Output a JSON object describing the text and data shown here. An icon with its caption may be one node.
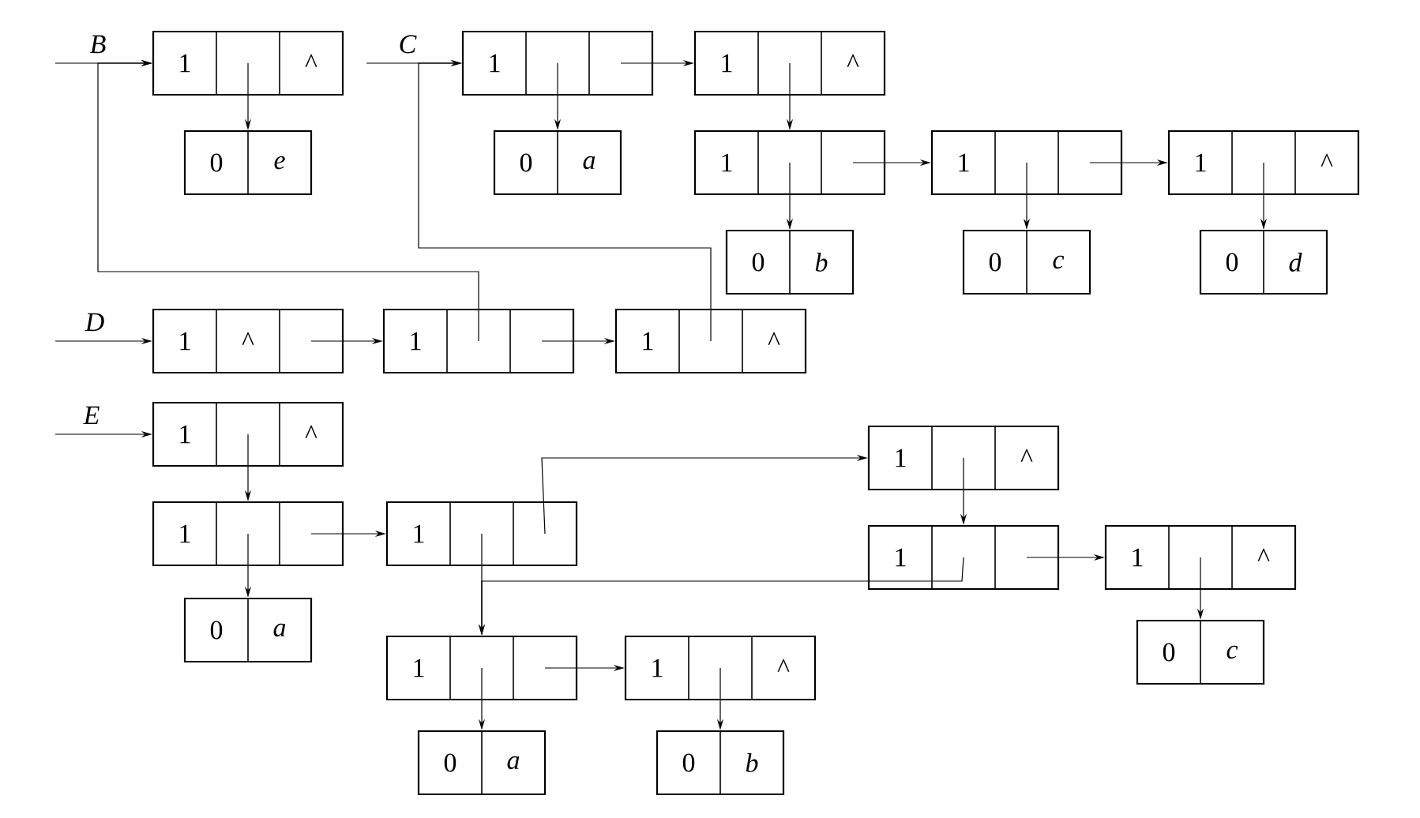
{
  "diagram": {
    "nodes": [
      {
        "text": [
          "1",
          "^"
        ]
      },
      {
        "text": [
          "0",
          "e"
        ]
      },
      {
        "text": [
          "1"
        ]
      },
      {
        "text": [
          "0",
          "a"
        ]
      },
      {
        "text": [
          "1",
          "^"
        ]
      },
      {
        "text": [
          "1"
        ]
      },
      {
        "text": [
          "0",
          "b"
        ]
      },
      {
        "text": [
          "1"
        ]
      },
      {
        "text": [
          "0",
          "c"
        ]
      },
      {
        "text": [
          "1",
          "^"
        ]
      },
      {
        "text": [
          "0",
          "d"
        ]
      },
      {
        "text": [
          "1",
          "^"
        ]
      },
      {
        "text": [
          "1"
        ]
      },
      {
        "text": [
          "1",
          "^"
        ]
      },
      {
        "text": [
          "1",
          "^"
        ]
      },
      {
        "text": [
          "1"
        ]
      },
      {
        "text": [
          "0",
          "a"
        ]
      },
      {
        "text": [
          "1"
        ]
      },
      {
        "text": [
          "1",
          "^"
        ]
      },
      {
        "text": [
          "1"
        ]
      },
      {
        "text": [
          "1",
          "^"
        ]
      },
      {
        "text": [
          "0",
          "c"
        ]
      },
      {
        "text": [
          "1"
        ]
      },
      {
        "text": [
          "0",
          "a"
        ]
      },
      {
        "text": [
          "1",
          "^"
        ]
      },
      {
        "text": [
          "0",
          "b"
        ]
      }
    ],
    "edges": [
      {
        "from": null,
        "to": 0,
        "arrow": "to",
        "label": "B"
      },
      {
        "from": 0,
        "to": 1,
        "arrow": "to"
      },
      {
        "from": null,
        "to": 2,
        "arrow": "to",
        "label": "C"
      },
      {
        "from": 2,
        "to": 3,
        "arrow": "to"
      },
      {
        "from": 2,
        "to": 4,
        "arrow": "to"
      },
      {
        "from": 4,
        "to": 5,
        "arrow": "to"
      },
      {
        "from": 5,
        "to": 6,
        "arrow": "to"
      },
      {
        "from": 5,
        "to": 7,
        "arrow": "to"
      },
      {
        "from": 7,
        "to": 8,
        "arrow": "to"
      },
      {
        "from": 7,
        "to": 9,
        "arrow": "to"
      },
      {
        "from": 9,
        "to": 10,
        "arrow": "to"
      },
      {
        "from": null,
        "to": 11,
        "arrow": "to",
        "label": "D"
      },
      {
        "from": 11,
        "to": 12,
        "arrow": "to"
      },
      {
        "from": 12,
        "to": 13,
        "arrow": "to"
      },
      {
        "from": 12,
        "to": 0,
        "arrow": "to"
      },
      {
        "from": 13,
        "to": 2,
        "arrow": "to"
      },
      {
        "from": null,
        "to": 14,
        "arrow": "to",
        "label": "E"
      },
      {
        "from": 14,
        "to": 15,
        "arrow": "to"
      },
      {
        "from": 15,
        "to": 16,
        "arrow": "to"
      },
      {
        "from": 15,
        "to": 17,
        "arrow": "to"
      },
      {
        "from": 17,
        "to": 18,
        "arrow": "to"
      },
      {
        "from": 17,
        "to": 22,
        "arrow": "to"
      },
      {
        "from": 18,
        "to": 19,
        "arrow": "to"
      },
      {
        "from": 19,
        "to": 20,
        "arrow": "to"
      },
      {
        "from": 20,
        "to": 21,
        "arrow": "to"
      },
      {
        "from": 19,
        "to": 22,
        "arrow": "to"
      },
      {
        "from": 22,
        "to": 24,
        "arrow": "to"
      },
      {
        "from": 22,
        "to": 23,
        "arrow": "to"
      },
      {
        "from": 24,
        "to": 25,
        "arrow": "to"
      }
    ]
  }
}
